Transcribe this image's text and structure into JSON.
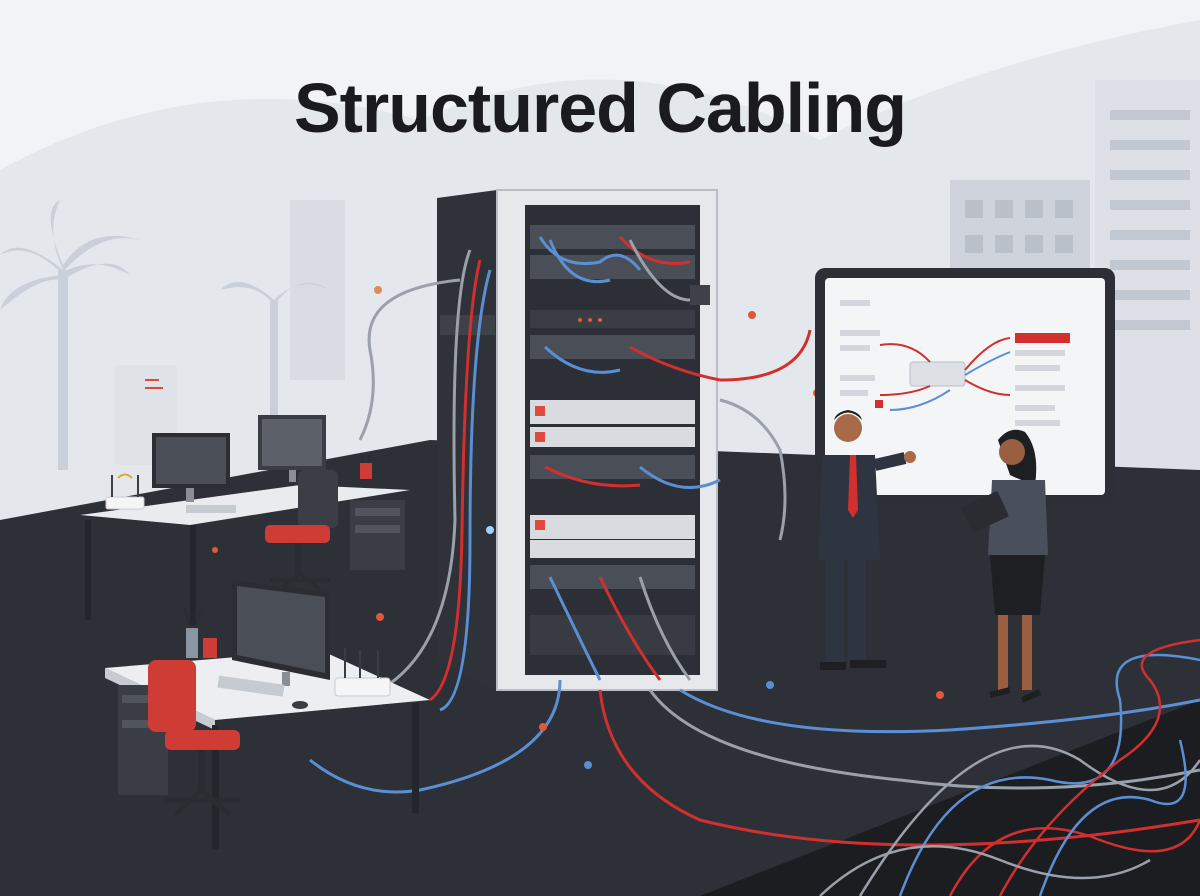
{
  "title": "Structured Cabling",
  "colors": {
    "accent_red": "#d22f2f",
    "cable_blue": "#5b8fd4",
    "cable_gray": "#9aa1ab",
    "rack_dark": "#2c2f36",
    "floor_dark": "#2a2c31",
    "background": "#eef0f3"
  },
  "scene": {
    "elements": [
      "server-rack",
      "patch-panels",
      "network-switches",
      "office-desks",
      "computer-monitors",
      "office-chairs",
      "wifi-routers",
      "diagram-display",
      "presenter-man",
      "listener-woman",
      "tangled-cables",
      "palm-trees",
      "city-buildings"
    ]
  }
}
